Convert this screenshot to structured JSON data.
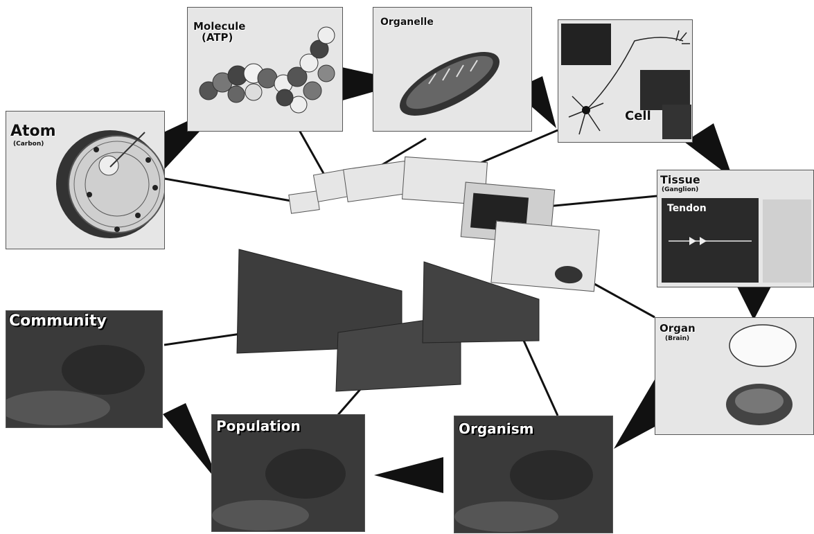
{
  "levels": {
    "atom": {
      "label": "Atom",
      "sub": "(Carbon)"
    },
    "molecule": {
      "label_line1": "Molecule",
      "label_line2": "(ATP)"
    },
    "organelle": {
      "label": "Organelle"
    },
    "cell": {
      "label": "Cell"
    },
    "tissue": {
      "label": "Tissue",
      "sub": "(Ganglion)",
      "inset_label": "Tendon"
    },
    "organ": {
      "label": "Organ",
      "sub": "(Brain)"
    },
    "organism": {
      "label": "Organism"
    },
    "population": {
      "label": "Population"
    },
    "community": {
      "label": "Community"
    }
  },
  "colors": {
    "arrow": "#111111",
    "connector": "#111111",
    "light_panel": "#e6e6e6",
    "dark_panel": "#3a3a3a"
  }
}
